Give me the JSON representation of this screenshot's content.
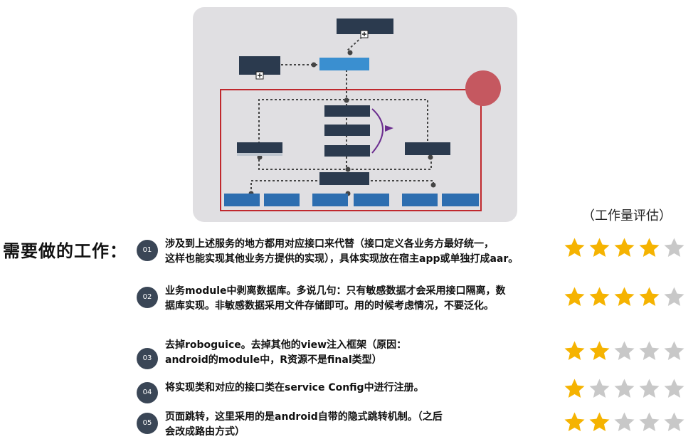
{
  "section_label": "需要做的工作：",
  "evaluation_label": "（工作量评估）",
  "colors": {
    "panel_bg": "#e0dfe2",
    "dark_box": "#2b3a4e",
    "blue_box": "#2d6eb0",
    "highlight_box": "#3a8fd0",
    "red_frame": "#c0282d",
    "red_circle": "#c55860",
    "arrow_purple": "#6b2d8f",
    "badge": "#3a4656",
    "star_filled": "#f5b301",
    "star_empty": "#c8c8c8"
  },
  "tasks": [
    {
      "number": "01",
      "line1": "涉及到上述服务的地方都用对应接口来代替（接口定义各业务方最好统一，",
      "line2": "这样也能实现其他业务方提供的实现），具体实现放在宿主app或单独打成aar。",
      "rating": 4,
      "max": 5
    },
    {
      "number": "02",
      "line1": "业务module中剥离数据库。多说几句：只有敏感数据才会采用接口隔离，数",
      "line2": "据库实现。非敏感数据采用文件存储即可。用的时候考虑情况，不要泛化。",
      "rating": 4,
      "max": 5
    },
    {
      "number": "03",
      "line1": "去掉roboguice。去掉其他的view注入框架（原因：",
      "line2": "android的module中，R资源不是final类型）",
      "rating": 2,
      "max": 5
    },
    {
      "number": "04",
      "line1": "将实现类和对应的接口类在service Config中进行注册。",
      "line2": "",
      "rating": 1,
      "max": 5
    },
    {
      "number": "05",
      "line1": "页面跳转，这里采用的是android自带的隐式跳转机制。（之后",
      "line2": "会改成路由方式）",
      "rating": 2,
      "max": 5
    }
  ]
}
